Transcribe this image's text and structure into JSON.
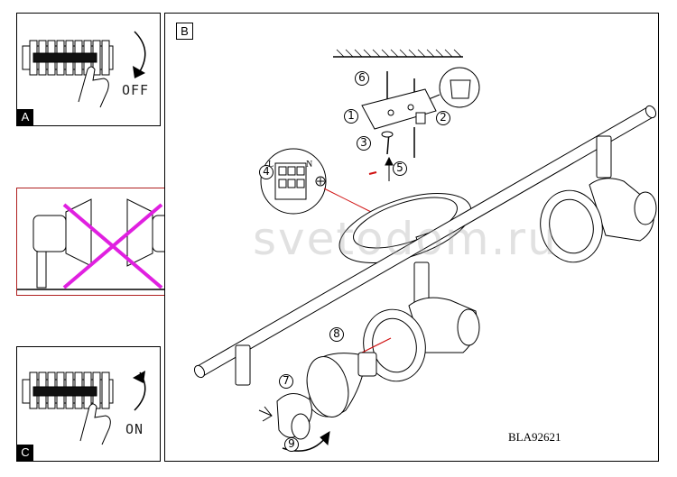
{
  "panels": {
    "a": {
      "label": "A",
      "state_text": "OFF"
    },
    "b": {
      "label": "B"
    },
    "c": {
      "label": "C",
      "state_text": "ON"
    }
  },
  "steps": [
    "1",
    "2",
    "3",
    "4",
    "5",
    "6",
    "7",
    "8",
    "9"
  ],
  "terminal_block": {
    "markers": [
      "L",
      "N"
    ]
  },
  "model_code": "BLA92621",
  "watermark": "svetodom.ru",
  "colors": {
    "forbidden_cross": "#e020e0",
    "line": "#000000",
    "red_wire": "#d01010"
  }
}
